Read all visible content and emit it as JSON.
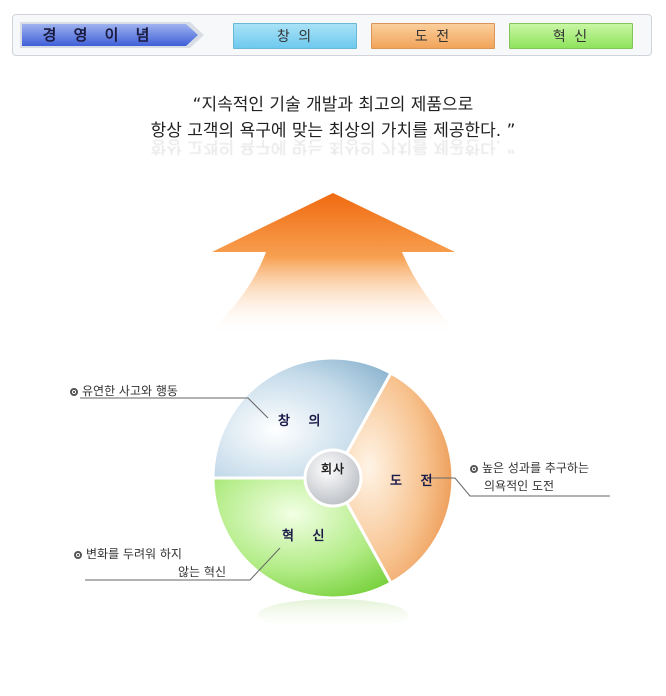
{
  "header": {
    "main_tab": "경 영 이 념",
    "tabs": [
      {
        "label": "창 의",
        "color": "#7fd0f0"
      },
      {
        "label": "도 전",
        "color": "#f5b06e"
      },
      {
        "label": "혁 신",
        "color": "#9fe870"
      }
    ]
  },
  "quote": {
    "line1": "“지속적인 기술 개발과 최고의 제품으로",
    "line2": "항상 고객의 욕구에 맞는 최상의 가치를 제공한다. ”"
  },
  "diagram": {
    "center": "회사",
    "segments": [
      {
        "label": "창 의",
        "color": "#b8d4e6",
        "callout": [
          "유연한 사고와 행동"
        ]
      },
      {
        "label": "도 전",
        "color": "#f3b27a",
        "callout": [
          "높은 성과를 추구하는",
          "의욕적인 도전"
        ]
      },
      {
        "label": "혁 신",
        "color": "#9fe06a",
        "callout": [
          "변화를 두려워 하지",
          "않는 혁신"
        ]
      }
    ],
    "arrow_color": "#f47a20"
  }
}
